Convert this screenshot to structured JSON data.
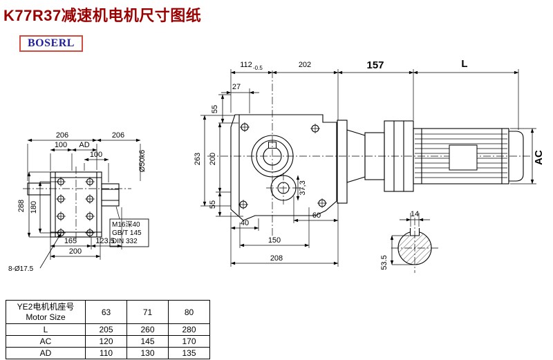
{
  "page": {
    "title": "K77R37减速机电机尺寸图纸",
    "brand": "BOSERL"
  },
  "left_view": {
    "d206a": "206",
    "d206b": "206",
    "d100a": "100",
    "dAD": "AD",
    "d100b": "100",
    "d288": "288",
    "d180": "180",
    "shaft_dia": "Ø50k6",
    "note1": "M16深40",
    "note2": "GB/T 145",
    "note3": "DIN 332",
    "d165": "165",
    "d1235": "123.5",
    "d200": "200",
    "holes": "8-Ø17.5"
  },
  "front_view": {
    "d112": "112",
    "d112_tol": "-0.5",
    "d202": "202",
    "d27": "27",
    "d55_top": "55",
    "d263": "263",
    "d200": "200",
    "d55_bottom": "55",
    "d40": "40",
    "d150": "150",
    "d208": "208",
    "d60": "60",
    "d373": "37,3"
  },
  "motor_view": {
    "d157": "157",
    "dL": "L",
    "dAC": "AC"
  },
  "shaft_section": {
    "d14": "14",
    "d535": "53.5"
  },
  "table": {
    "header_cn": "YE2电机机座号",
    "header_en": "Motor Size",
    "sizes": [
      "63",
      "71",
      "80"
    ],
    "rows": [
      {
        "label": "L",
        "values": [
          "205",
          "260",
          "280"
        ]
      },
      {
        "label": "AC",
        "values": [
          "120",
          "145",
          "170"
        ]
      },
      {
        "label": "AD",
        "values": [
          "110",
          "130",
          "135"
        ]
      }
    ]
  }
}
